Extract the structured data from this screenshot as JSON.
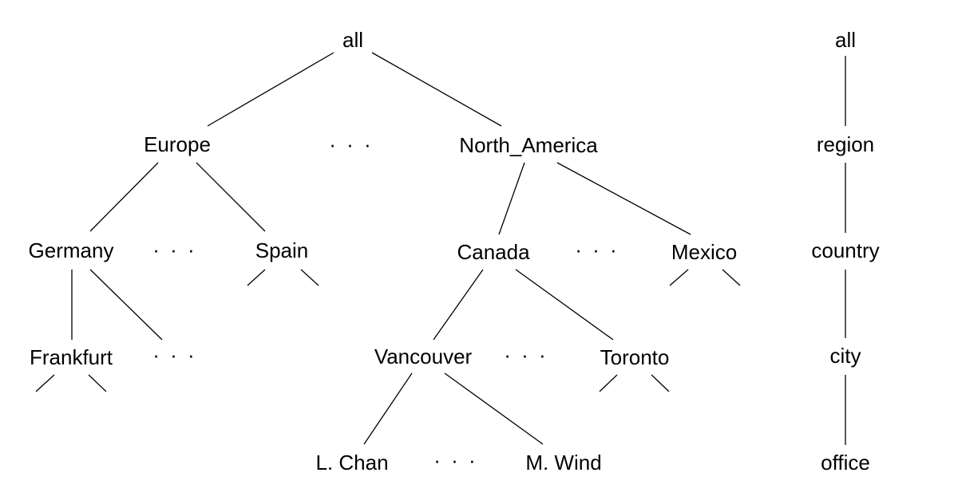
{
  "tree": {
    "all": "all",
    "europe": "Europe",
    "north_america": "North_America",
    "germany": "Germany",
    "spain": "Spain",
    "canada": "Canada",
    "mexico": "Mexico",
    "frankfurt": "Frankfurt",
    "vancouver": "Vancouver",
    "toronto": "Toronto",
    "l_chan": "L. Chan",
    "m_wind": "M. Wind",
    "ellipsis": "· · ·"
  },
  "hierarchy": {
    "levels": [
      "all",
      "region",
      "country",
      "city",
      "office"
    ]
  }
}
